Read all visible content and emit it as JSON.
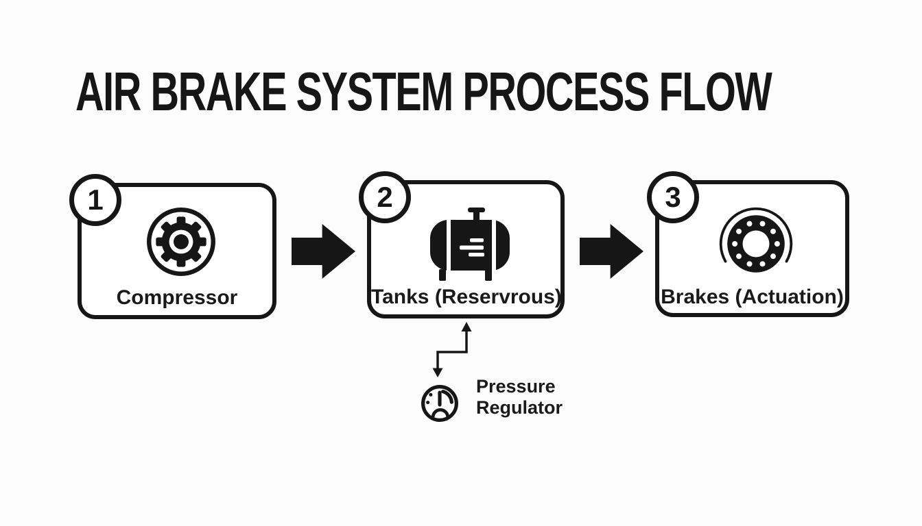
{
  "title": "AIR BRAKE SYSTEM PROCESS FLOW",
  "steps": [
    {
      "number": "1",
      "label": "Compressor",
      "icon": "gear-icon"
    },
    {
      "number": "2",
      "label": "Tanks (Reservrous)",
      "icon": "air-tank-icon"
    },
    {
      "number": "3",
      "label": "Brakes (Actuation)",
      "icon": "brake-disc-icon"
    }
  ],
  "regulator": {
    "line1": "Pressure",
    "line2": "Regulator",
    "icon": "pressure-gauge-icon"
  },
  "colors": {
    "ink": "#161616",
    "background": "#fcfcfc",
    "box_fill": "#ffffff"
  }
}
